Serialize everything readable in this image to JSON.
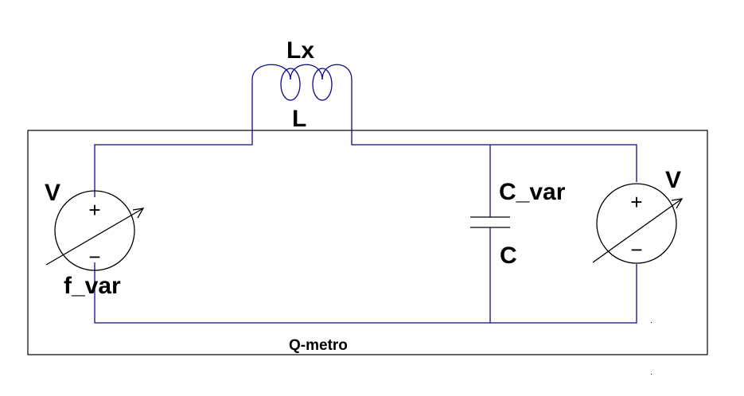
{
  "diagram": {
    "box_label": "Q-metro",
    "inductor": {
      "name": "Lx",
      "value_label": "L"
    },
    "capacitor": {
      "name": "C_var",
      "value_label": "C"
    },
    "source_left": {
      "name": "V",
      "sub_label": "f_var",
      "plus": "+",
      "minus": "−"
    },
    "source_right": {
      "name": "V",
      "plus": "+",
      "minus": "−"
    }
  },
  "colors": {
    "wire": "#0a0a8c",
    "component": "#000000",
    "frame": "#000000",
    "background": "#ffffff"
  }
}
